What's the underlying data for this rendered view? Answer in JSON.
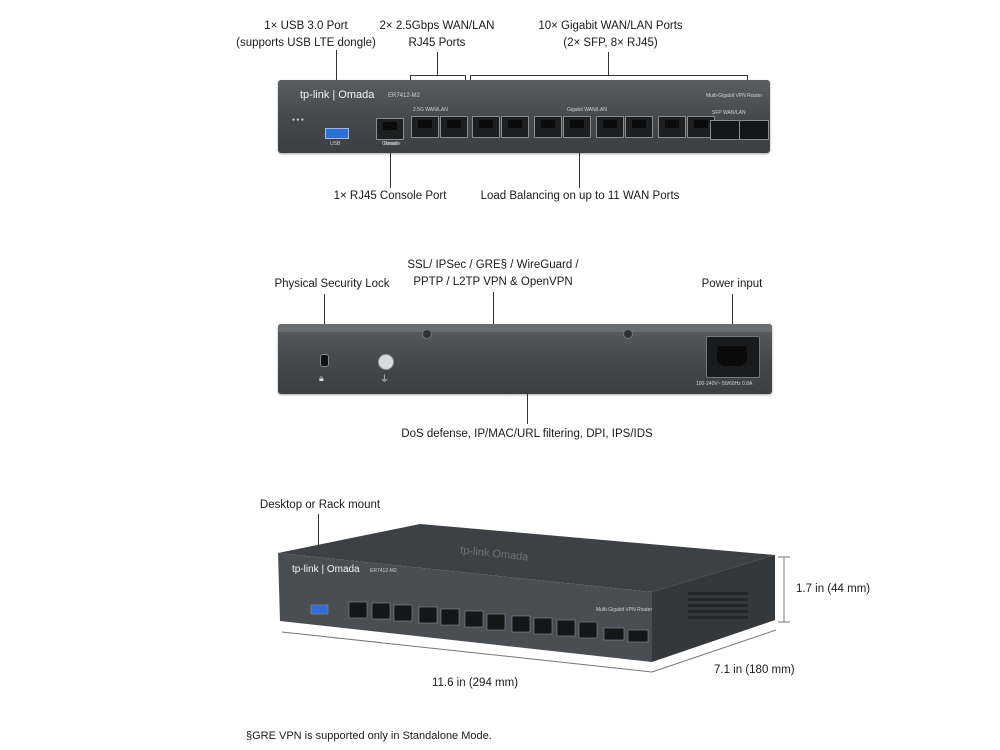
{
  "front_view": {
    "brand": "tp-link | Omada",
    "model": "ER7412-M2",
    "product_label": "Multi-Gigabit VPN Router",
    "port_group_wan_lan": "2.5G WAN/LAN",
    "port_group_gigabit": "Gigabit WAN/LAN",
    "port_group_sfp": "SFP WAN/LAN",
    "usb_label": "USB",
    "reset_label": "Reset",
    "console_label": "Console",
    "callouts": {
      "usb_line1": "1× USB 3.0 Port",
      "usb_line2": "(supports USB LTE dongle)",
      "wan25_line1": "2× 2.5Gbps WAN/LAN",
      "wan25_line2": "RJ45 Ports",
      "gig_line1": "10× Gigabit WAN/LAN Ports",
      "gig_line2": "(2× SFP, 8× RJ45)",
      "console": "1× RJ45 Console Port",
      "load_balancing": "Load Balancing on up to 11 WAN Ports"
    }
  },
  "rear_view": {
    "power_rating": "100-240V~ 50/60Hz 0.8A",
    "callouts": {
      "vpn_line1": "SSL/ IPSec / GRE§ / WireGuard /",
      "vpn_line2": "PPTP / L2TP VPN & OpenVPN",
      "lock": "Physical Security Lock",
      "power": "Power input",
      "security": "DoS defense, IP/MAC/URL filtering, DPI, IPS/IDS"
    }
  },
  "iso_view": {
    "brand": "tp-link | Omada",
    "model": "ER7412-M2",
    "product_label": "Multi-Gigabit VPN Router",
    "top_brand": "tp-link  Omada",
    "callouts": {
      "mount": "Desktop or Rack mount",
      "height": "1.7 in (44 mm)",
      "depth": "7.1 in (180 mm)",
      "width": "11.6 in (294 mm)"
    }
  },
  "footnote": "§GRE VPN is supported only in Standalone Mode."
}
